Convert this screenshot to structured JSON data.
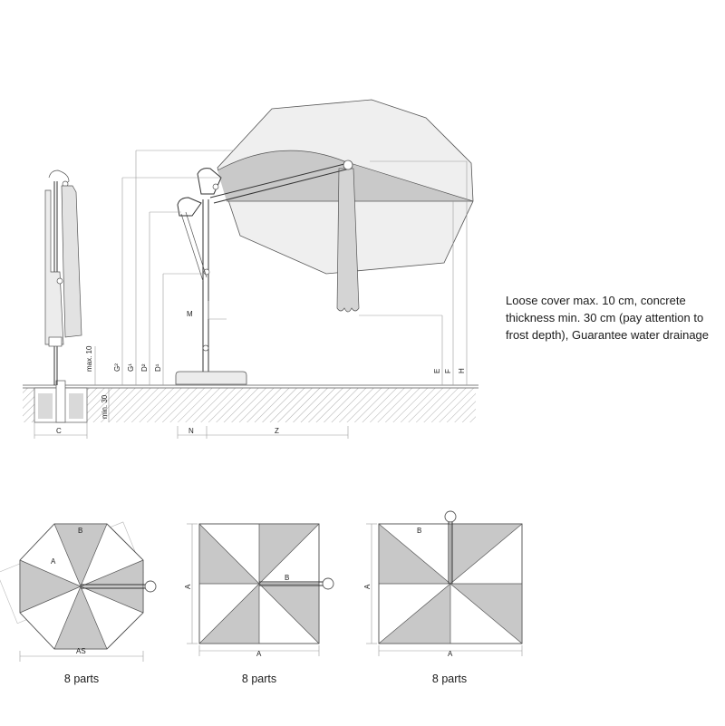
{
  "note": "Loose cover max. 10 cm, concrete thickness min. 30 cm (pay attention to frost depth), Guarantee water drainage",
  "side_view": {
    "label_max10": "max. 10",
    "label_min30": "min. 30",
    "label_G2": "G²",
    "label_G1": "G¹",
    "label_D2": "D²",
    "label_D1": "D¹",
    "label_M": "M",
    "label_E": "E",
    "label_F": "F",
    "label_H": "H",
    "label_C": "C",
    "label_N": "N",
    "label_Z": "Z"
  },
  "plans": [
    {
      "caption": "8 parts",
      "label_a": "A",
      "label_b": "B",
      "label_width": "AS"
    },
    {
      "caption": "8 parts",
      "label_a": "A",
      "label_b": "B",
      "label_width": "A",
      "label_height": "A"
    },
    {
      "caption": "8 parts",
      "label_b": "B",
      "label_width": "A",
      "label_height": "A"
    }
  ],
  "colors": {
    "canopy_fill": "#e9e9e9",
    "panel_fill": "#c8c8c8",
    "line": "#555555"
  }
}
